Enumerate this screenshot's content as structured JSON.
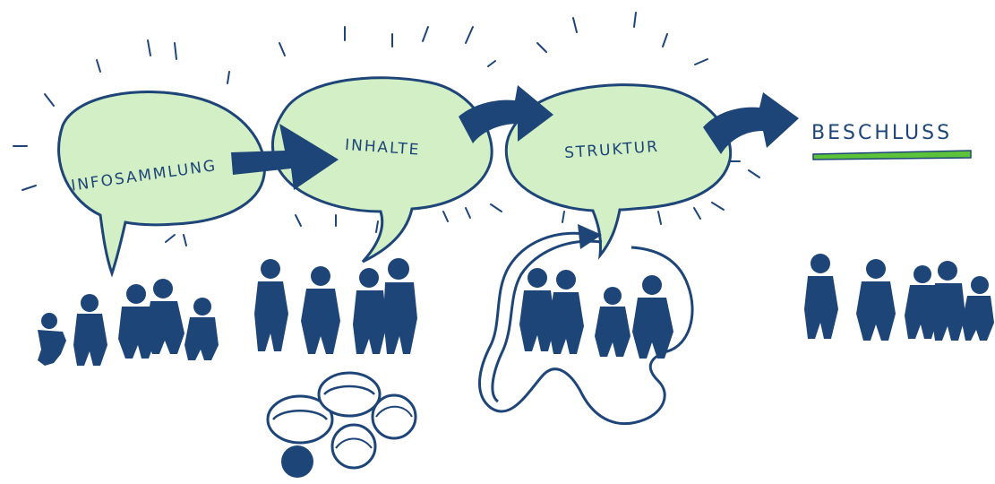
{
  "steps": [
    {
      "id": "infosammlung",
      "label": "INFOSAMMLUNG"
    },
    {
      "id": "inhalte",
      "label": "INHALTE"
    },
    {
      "id": "struktur",
      "label": "STRUKTUR"
    }
  ],
  "result": {
    "label": "BESCHLUSS",
    "underline_color": "#5cc23a"
  },
  "colors": {
    "ink": "#1e4578",
    "bubble_fill": "#d3efc6",
    "background": "#ffffff"
  },
  "icons": [
    "speech-bubble",
    "arrow-right",
    "people-silhouettes",
    "chestnuts",
    "loop-arrow"
  ]
}
